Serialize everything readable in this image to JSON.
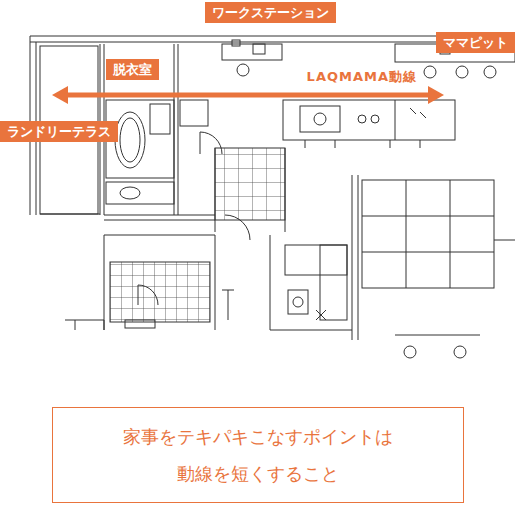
{
  "diagram": {
    "nodes": [
      {
        "text": [
          "ワークステーション"
        ]
      },
      {
        "text": [
          "ママピット"
        ]
      },
      {
        "text": [
          "脱衣室"
        ]
      },
      {
        "text": [
          "ランドリーテラス"
        ]
      },
      {
        "text": [
          "家事をテキパキこなすポイントは 動線を短くすること"
        ]
      }
    ],
    "labels": [
      "LAQMAMA動線"
    ]
  }
}
